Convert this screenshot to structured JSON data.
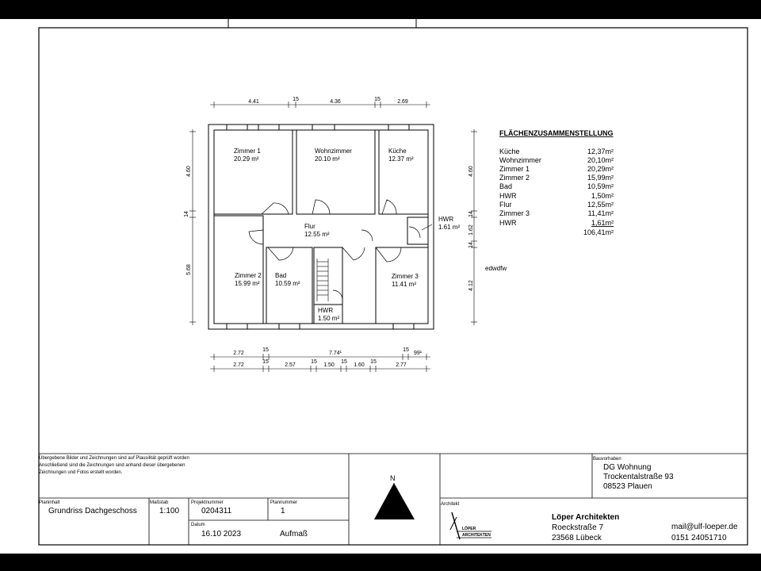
{
  "dims": {
    "top": [
      "4.41",
      "15",
      "4.36",
      "15",
      "2.69"
    ],
    "left": [
      "4.60",
      "14",
      "5.68"
    ],
    "right": [
      "4.60",
      "14",
      "1.62",
      "14",
      "4.12"
    ],
    "bottom1": [
      "2.72",
      "15",
      "7.74¹",
      "15",
      "99¹"
    ],
    "bottom2": [
      "2.72",
      "15",
      "2.57",
      "15",
      "1.50",
      "15",
      "1.60",
      "15",
      "2.77"
    ]
  },
  "rooms": [
    {
      "name": "Zimmer 1",
      "area": "20.29 m²"
    },
    {
      "name": "Wohnzimmer",
      "area": "20.10 m²"
    },
    {
      "name": "Küche",
      "area": "12.37 m²"
    },
    {
      "name": "HWR",
      "area": "1.61 m²"
    },
    {
      "name": "Flur",
      "area": "12.55 m²"
    },
    {
      "name": "Zimmer 2",
      "area": "15.99 m²"
    },
    {
      "name": "Bad",
      "area": "10.59 m²"
    },
    {
      "name": "HWR",
      "area": "1.50 m²"
    },
    {
      "name": "Zimmer 3",
      "area": "11.41 m²"
    }
  ],
  "summary": {
    "title": "FLÄCHENZUSAMMENSTELLUNG",
    "rows": [
      {
        "name": "Küche",
        "value": "12,37m²"
      },
      {
        "name": "Wohnzimmer",
        "value": "20,10m²"
      },
      {
        "name": "Zimmer 1",
        "value": "20,29m²"
      },
      {
        "name": "Zimmer 2",
        "value": "15,99m²"
      },
      {
        "name": "Bad",
        "value": "10,59m²"
      },
      {
        "name": "HWR",
        "value": "1,50m²"
      },
      {
        "name": "Flur",
        "value": "12,55m²"
      },
      {
        "name": "Zimmer 3",
        "value": "11,41m²"
      },
      {
        "name": "HWR",
        "value": "1,61m²"
      }
    ],
    "total": "106,41m²"
  },
  "note": "edwdfw",
  "titleblock": {
    "disclaimer": [
      "Übergebene Bilder und Zeichnungen sind auf Plausilität geprüft worden",
      "Anschließend sind die  Zeichnungen sind anhand dieser übergebenen",
      "Zeichnungen und Fotos erstellt worden."
    ],
    "north": "N",
    "planinhalt_label": "Planinhalt",
    "planinhalt": "Grundriss Dachgeschoss",
    "massstab_label": "Maßstab",
    "massstab": "1:100",
    "projektnummer_label": "Projektnummer",
    "projektnummer": "0204311",
    "plannummer_label": "Plannummer",
    "plannummer": "1",
    "datum_label": "Datum",
    "datum": "16.10 2023",
    "art": "Aufmaß",
    "architekt_label": "Architekt",
    "logo_text": [
      "LÖPER",
      "ARCHITEKTEN"
    ],
    "bauvorhaben_label": "Bauvorhaben",
    "bauvorhaben": [
      "DG Wohnung",
      "Trockentalstraße 93",
      "08523 Plauen"
    ],
    "firm": "Löper Architekten",
    "street": "Roeckstraße 7",
    "city": "23568 Lübeck",
    "email": "mail@ulf-loeper.de",
    "phone": "0151 24051710"
  }
}
